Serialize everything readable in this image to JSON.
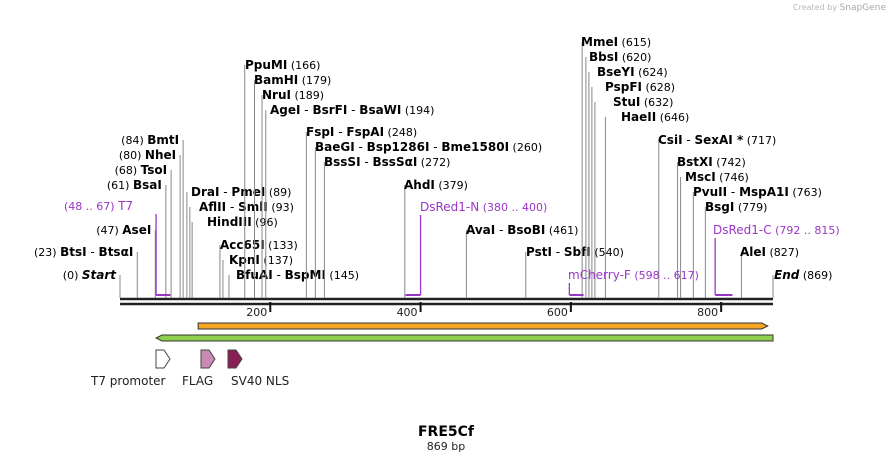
{
  "watermark": {
    "prefix": "Created by",
    "brand": "SnapGene"
  },
  "sequence": {
    "name": "FRE5Cf",
    "length_label": "869 bp",
    "length_bp": 869
  },
  "colors": {
    "backbone": "#222222",
    "primer": "#9a36c7",
    "feature_orange": "#f5a623",
    "feature_green": "#8fd14f",
    "t7_promoter": "#ffffff",
    "flag": "#c98bb5",
    "sv40_nls": "#8a1f55"
  },
  "ruler": {
    "ticks": [
      200,
      400,
      600,
      800
    ]
  },
  "sites": [
    {
      "id": "start",
      "pos": 0,
      "parts": [
        [
          "Start",
          true
        ]
      ],
      "num": "(0)",
      "side": "left",
      "italic": true
    },
    {
      "id": "btsi",
      "pos": 23,
      "parts": [
        [
          "BtsI",
          true
        ],
        [
          "  -  ",
          false
        ],
        [
          "BtsαI",
          true
        ]
      ],
      "num": "(23)",
      "side": "left"
    },
    {
      "id": "asei",
      "pos": 47,
      "parts": [
        [
          "AseI",
          true
        ]
      ],
      "num": "(47)",
      "side": "left"
    },
    {
      "id": "bsai",
      "pos": 61,
      "parts": [
        [
          "BsaI",
          true
        ]
      ],
      "num": "(61)",
      "side": "left"
    },
    {
      "id": "tsoi",
      "pos": 68,
      "parts": [
        [
          "TsoI",
          true
        ]
      ],
      "num": "(68)",
      "side": "left"
    },
    {
      "id": "nhei",
      "pos": 80,
      "parts": [
        [
          "NheI",
          true
        ]
      ],
      "num": "(80)",
      "side": "left"
    },
    {
      "id": "bmti",
      "pos": 84,
      "parts": [
        [
          "BmtI",
          true
        ]
      ],
      "num": "(84)",
      "side": "left"
    },
    {
      "id": "drai",
      "pos": 89,
      "parts": [
        [
          "DraI",
          true
        ],
        [
          "  -  ",
          false
        ],
        [
          "PmeI",
          true
        ]
      ],
      "num": "(89)",
      "side": "right"
    },
    {
      "id": "aflii",
      "pos": 93,
      "parts": [
        [
          "AflII",
          true
        ],
        [
          "  -  ",
          false
        ],
        [
          "SmlI",
          true
        ]
      ],
      "num": "(93)",
      "side": "right"
    },
    {
      "id": "hindiii",
      "pos": 96,
      "parts": [
        [
          "HindIII",
          true
        ]
      ],
      "num": "(96)",
      "side": "right"
    },
    {
      "id": "acc65i",
      "pos": 133,
      "parts": [
        [
          "Acc65I",
          true
        ]
      ],
      "num": "(133)",
      "side": "right"
    },
    {
      "id": "kpni",
      "pos": 137,
      "parts": [
        [
          "KpnI",
          true
        ]
      ],
      "num": "(137)",
      "side": "right"
    },
    {
      "id": "bfuai",
      "pos": 145,
      "parts": [
        [
          "BfuAI",
          true
        ],
        [
          "  -  ",
          false
        ],
        [
          "BspMI",
          true
        ]
      ],
      "num": "(145)",
      "side": "right"
    },
    {
      "id": "ppumi",
      "pos": 166,
      "parts": [
        [
          "PpuMI",
          true
        ]
      ],
      "num": "(166)",
      "side": "right"
    },
    {
      "id": "bamhi",
      "pos": 179,
      "parts": [
        [
          "BamHI",
          true
        ]
      ],
      "num": "(179)",
      "side": "right"
    },
    {
      "id": "nrui",
      "pos": 189,
      "parts": [
        [
          "NruI",
          true
        ]
      ],
      "num": "(189)",
      "side": "right"
    },
    {
      "id": "agei",
      "pos": 194,
      "parts": [
        [
          "AgeI",
          true
        ],
        [
          "  -  ",
          false
        ],
        [
          "BsrFI",
          true
        ],
        [
          "  -  ",
          false
        ],
        [
          "BsaWI",
          true
        ]
      ],
      "num": "(194)",
      "side": "right"
    },
    {
      "id": "fspi",
      "pos": 248,
      "parts": [
        [
          "FspI",
          true
        ],
        [
          "  -  ",
          false
        ],
        [
          "FspAI",
          true
        ]
      ],
      "num": "(248)",
      "side": "right"
    },
    {
      "id": "baegi",
      "pos": 260,
      "parts": [
        [
          "BaeGI",
          true
        ],
        [
          "  -  ",
          false
        ],
        [
          "Bsp1286I",
          true
        ],
        [
          "  -  ",
          false
        ],
        [
          "Bme1580I",
          true
        ]
      ],
      "num": "(260)",
      "side": "right"
    },
    {
      "id": "bsssi",
      "pos": 272,
      "parts": [
        [
          "BssSI",
          true
        ],
        [
          "  -  ",
          false
        ],
        [
          "BssSαI",
          true
        ]
      ],
      "num": "(272)",
      "side": "right"
    },
    {
      "id": "ahdi",
      "pos": 379,
      "parts": [
        [
          "AhdI",
          true
        ]
      ],
      "num": "(379)",
      "side": "right"
    },
    {
      "id": "avai",
      "pos": 461,
      "parts": [
        [
          "AvaI",
          true
        ],
        [
          "  -  ",
          false
        ],
        [
          "BsoBI",
          true
        ]
      ],
      "num": "(461)",
      "side": "right"
    },
    {
      "id": "psti",
      "pos": 540,
      "parts": [
        [
          "PstI",
          true
        ],
        [
          "  -  ",
          false
        ],
        [
          "SbfI",
          true
        ]
      ],
      "num": "(540)",
      "side": "right"
    },
    {
      "id": "mmei",
      "pos": 615,
      "parts": [
        [
          "MmeI",
          true
        ]
      ],
      "num": "(615)",
      "side": "right"
    },
    {
      "id": "bbsi",
      "pos": 620,
      "parts": [
        [
          "BbsI",
          true
        ]
      ],
      "num": "(620)",
      "side": "right"
    },
    {
      "id": "bseyi",
      "pos": 624,
      "parts": [
        [
          "BseYI",
          true
        ]
      ],
      "num": "(624)",
      "side": "right"
    },
    {
      "id": "pspfi",
      "pos": 628,
      "parts": [
        [
          "PspFI",
          true
        ]
      ],
      "num": "(628)",
      "side": "right"
    },
    {
      "id": "stui",
      "pos": 632,
      "parts": [
        [
          "StuI",
          true
        ]
      ],
      "num": "(632)",
      "side": "right"
    },
    {
      "id": "haeii",
      "pos": 646,
      "parts": [
        [
          "HaeII",
          true
        ]
      ],
      "num": "(646)",
      "side": "right"
    },
    {
      "id": "csii",
      "pos": 717,
      "parts": [
        [
          "CsiI",
          true
        ],
        [
          "  -  ",
          false
        ],
        [
          "SexAI *",
          true
        ]
      ],
      "num": "(717)",
      "side": "right"
    },
    {
      "id": "bstxi",
      "pos": 742,
      "parts": [
        [
          "BstXI",
          true
        ]
      ],
      "num": "(742)",
      "side": "right"
    },
    {
      "id": "msci",
      "pos": 746,
      "parts": [
        [
          "MscI",
          true
        ]
      ],
      "num": "(746)",
      "side": "right"
    },
    {
      "id": "pvuii",
      "pos": 763,
      "parts": [
        [
          "PvuII",
          true
        ],
        [
          "  -  ",
          false
        ],
        [
          "MspA1I",
          true
        ]
      ],
      "num": "(763)",
      "side": "right"
    },
    {
      "id": "bsgi",
      "pos": 779,
      "parts": [
        [
          "BsgI",
          true
        ]
      ],
      "num": "(779)",
      "side": "right"
    },
    {
      "id": "alei",
      "pos": 827,
      "parts": [
        [
          "AleI",
          true
        ]
      ],
      "num": "(827)",
      "side": "right"
    },
    {
      "id": "end",
      "pos": 869,
      "parts": [
        [
          "End",
          true
        ]
      ],
      "num": "(869)",
      "side": "right",
      "italic": true
    }
  ],
  "primers": [
    {
      "id": "t7",
      "name": "T7",
      "range": "(48 .. 67)",
      "start": 48,
      "end": 67,
      "side": "left",
      "dir": "fwd"
    },
    {
      "id": "dsred1n",
      "name": "DsRed1-N",
      "range": "(380 .. 400)",
      "start": 380,
      "end": 400,
      "side": "right",
      "dir": "rev"
    },
    {
      "id": "mcherryf",
      "name": "mCherry-F",
      "range": "(598 .. 617)",
      "start": 598,
      "end": 617,
      "side": "right",
      "dir": "fwd"
    },
    {
      "id": "dsred1c",
      "name": "DsRed1-C",
      "range": "(792 .. 815)",
      "start": 792,
      "end": 815,
      "side": "right",
      "dir": "fwd"
    }
  ],
  "features": [
    {
      "id": "orange-feature",
      "start": 104,
      "end": 862,
      "dir": "fwd",
      "color": "#f5a623"
    },
    {
      "id": "green-feature",
      "start": 48,
      "end": 869,
      "dir": "rev",
      "color": "#8fd14f"
    }
  ],
  "legend": [
    {
      "id": "t7-promoter",
      "label": "T7 promoter",
      "color": "#ffffff"
    },
    {
      "id": "flag",
      "label": "FLAG",
      "color": "#c98bb5"
    },
    {
      "id": "sv40-nls",
      "label": "SV40 NLS",
      "color": "#8a1f55"
    }
  ]
}
